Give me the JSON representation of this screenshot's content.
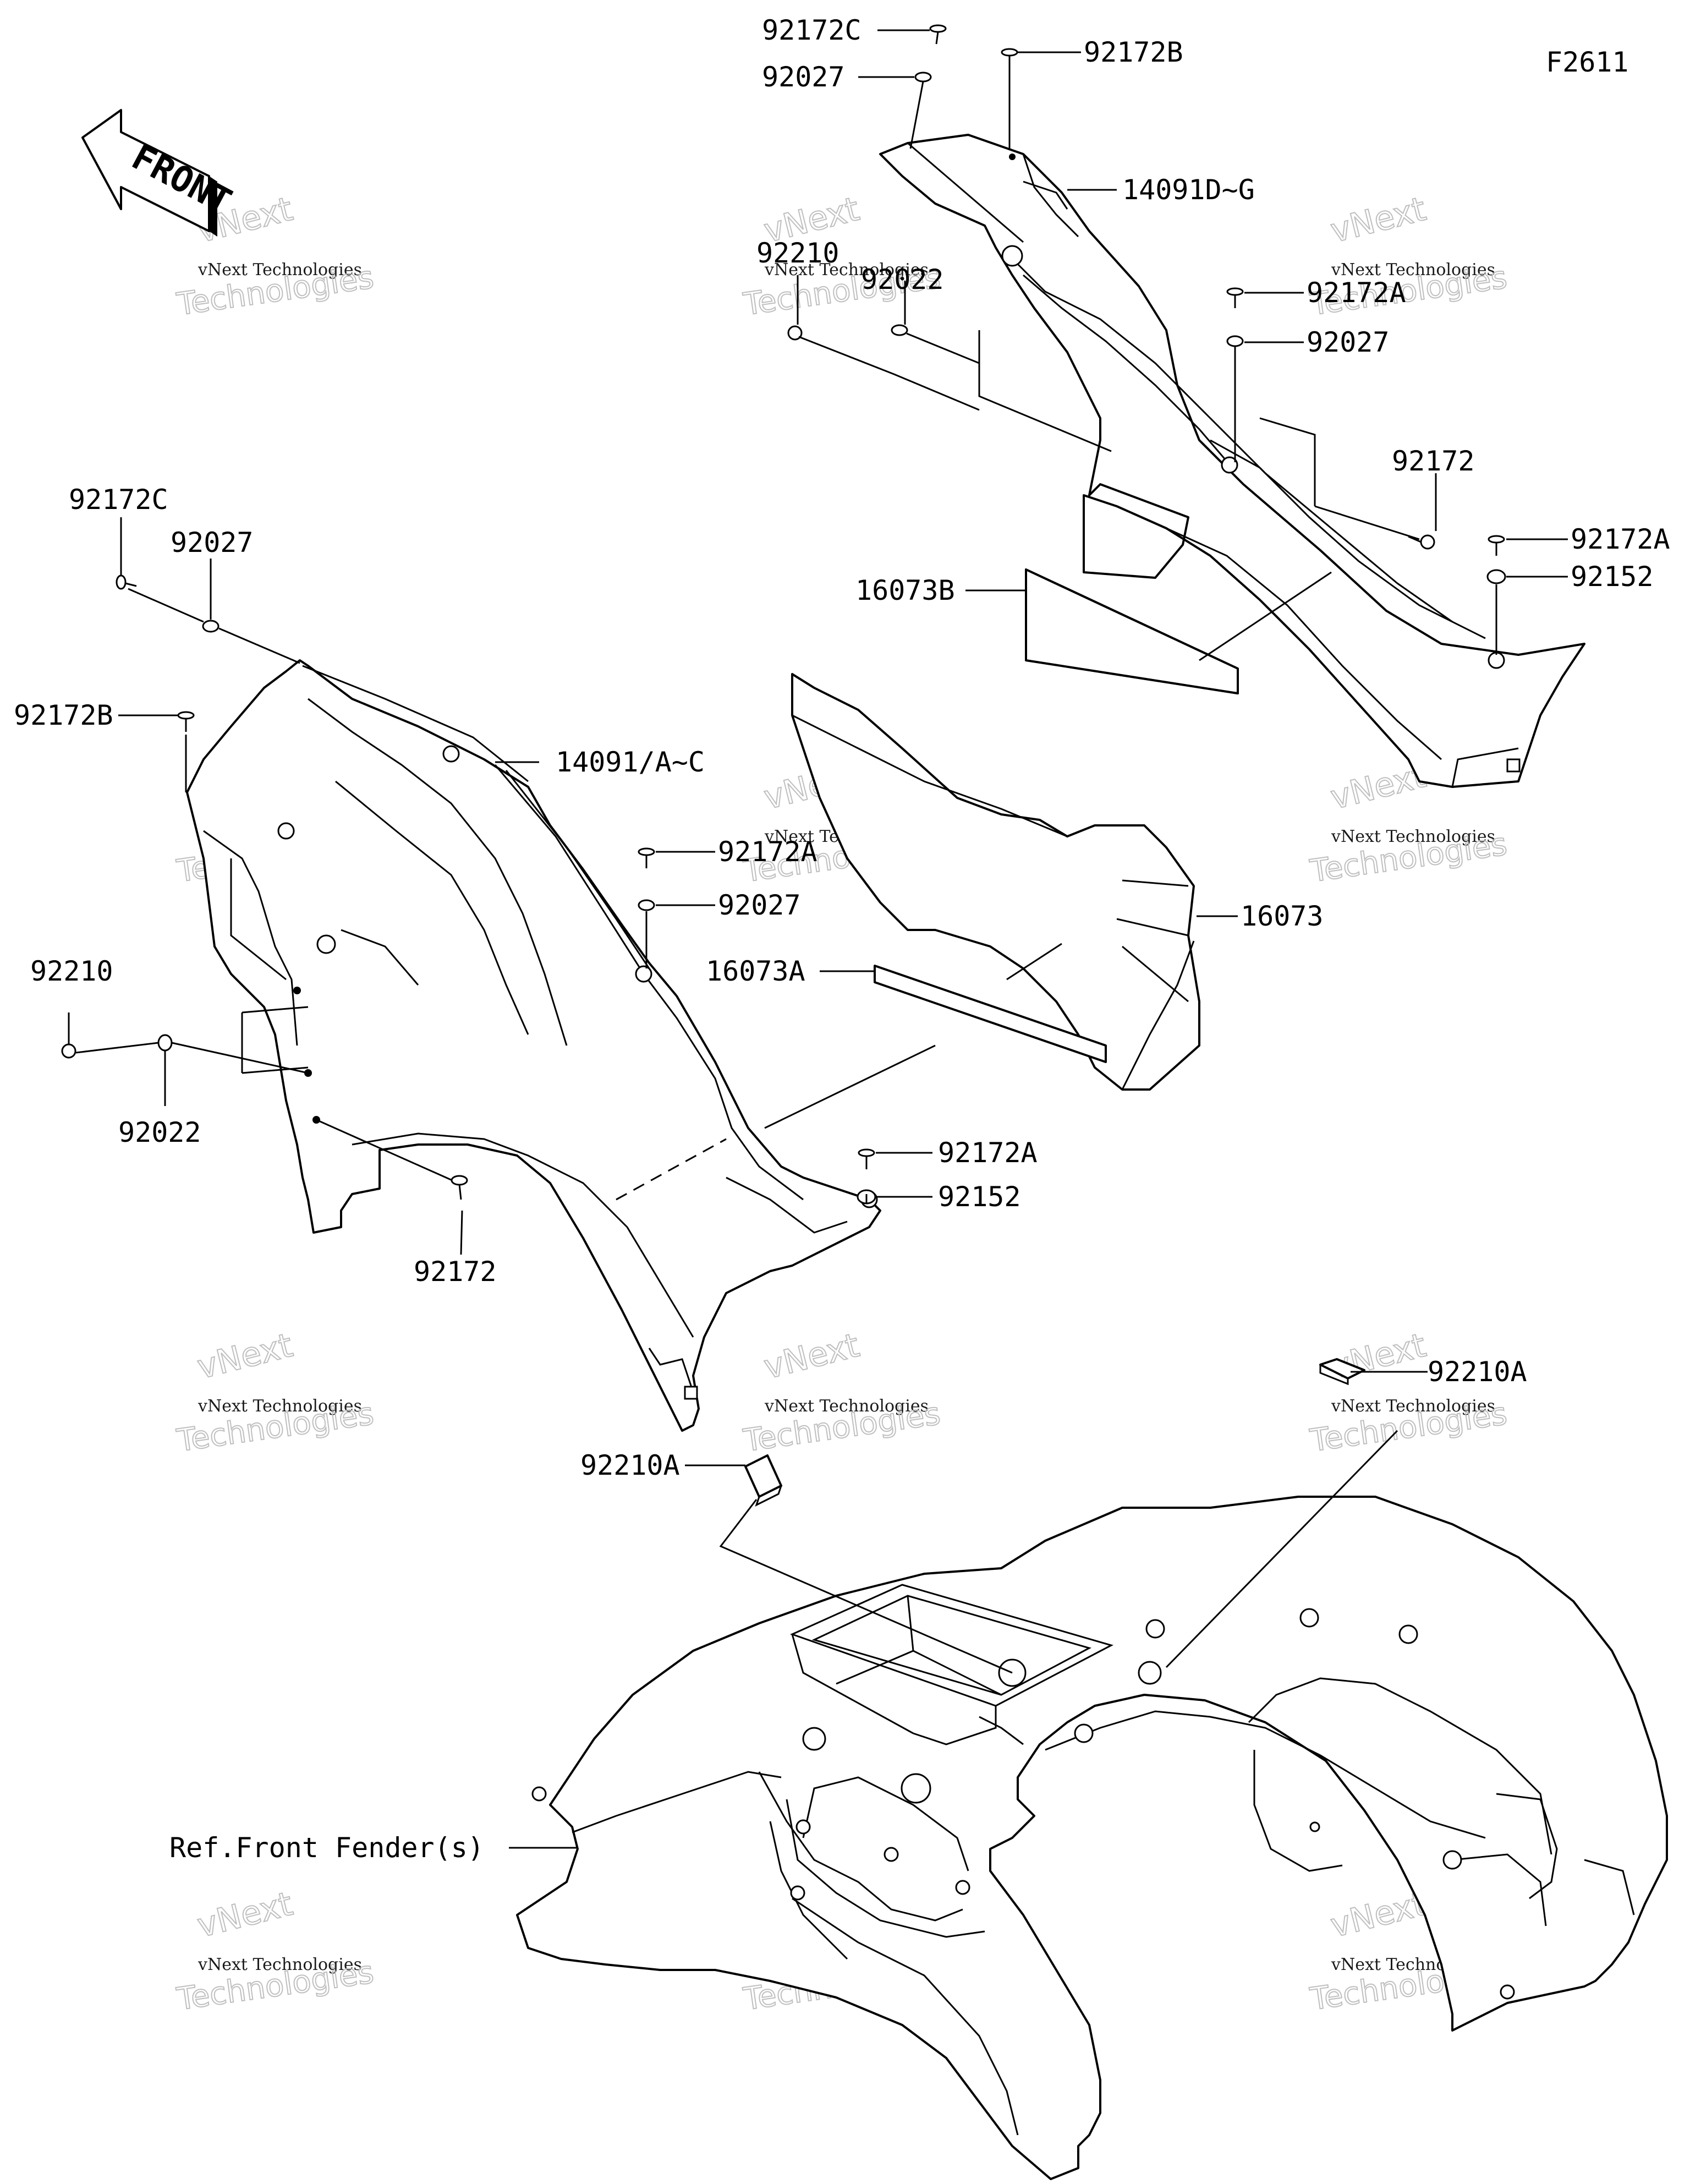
{
  "figure_code": "F2611",
  "front_arrow_text": "FRONT",
  "watermark": {
    "line1": "vNext Technologies",
    "line2": "Technologies",
    "big": "vNext"
  },
  "callouts": {
    "top_92172C": "92172C",
    "top_92027": "92027",
    "top_92172B": "92172B",
    "top_14091DG": "14091D~G",
    "top_92210": "92210",
    "top_92022": "92022",
    "top_92172A": "92172A",
    "top_92027b": "92027",
    "top_92172": "92172",
    "top_92172A_b": "92172A",
    "top_92152": "92152",
    "mid_16073B": "16073B",
    "mid_16073": "16073",
    "mid_16073A": "16073A",
    "left_92172C": "92172C",
    "left_92027": "92027",
    "left_92172B": "92172B",
    "left_14091AC": "14091/A~C",
    "left_92172A": "92172A",
    "left_92027b": "92027",
    "left_92210": "92210",
    "left_92022": "92022",
    "left_92172": "92172",
    "left_92172A_b": "92172A",
    "left_92152": "92152",
    "bot_92210A_right": "92210A",
    "bot_92210A_left": "92210A",
    "ref_front_fender": "Ref.Front Fender(s)"
  }
}
